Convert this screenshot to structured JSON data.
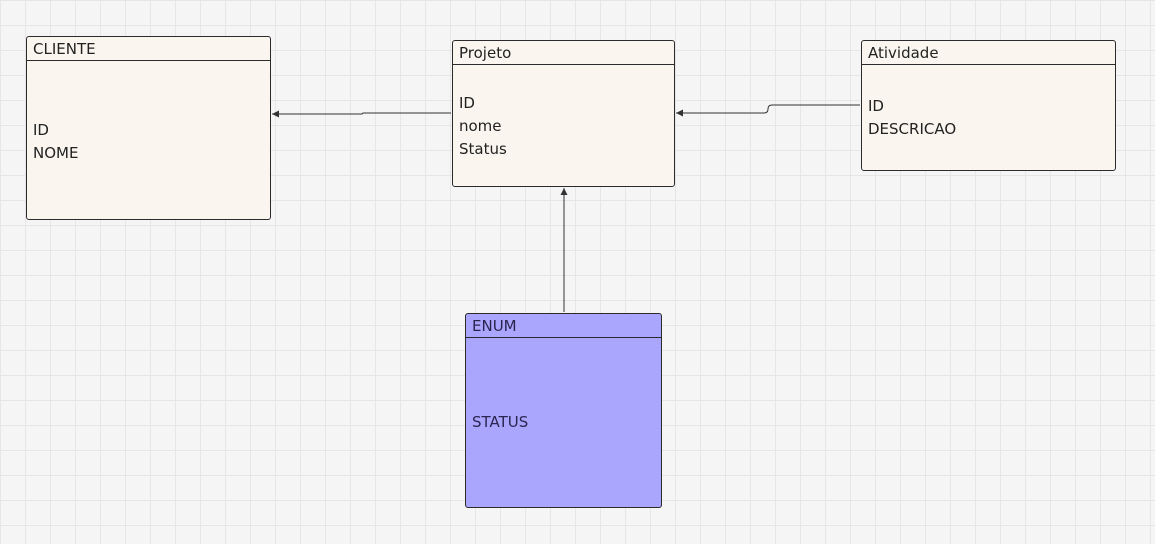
{
  "diagram": {
    "entities": {
      "cliente": {
        "title": "CLIENTE",
        "fields": [
          "ID",
          "NOME"
        ]
      },
      "projeto": {
        "title": "Projeto",
        "fields": [
          "ID",
          "nome",
          "Status"
        ]
      },
      "atividade": {
        "title": "Atividade",
        "fields": [
          "ID",
          "DESCRICAO"
        ]
      },
      "enum": {
        "title": "ENUM",
        "fields": [
          "STATUS"
        ]
      }
    },
    "relationships": [
      {
        "from": "projeto",
        "to": "cliente"
      },
      {
        "from": "atividade",
        "to": "projeto"
      },
      {
        "from": "enum",
        "to": "projeto"
      }
    ],
    "colors": {
      "canvas": "#f5f5f5",
      "grid": "#e6e6e6",
      "entity_fill": "#faf6ef",
      "enum_fill": "#aaa5fd",
      "border": "#2b2b2b",
      "connector": "#333333"
    }
  }
}
